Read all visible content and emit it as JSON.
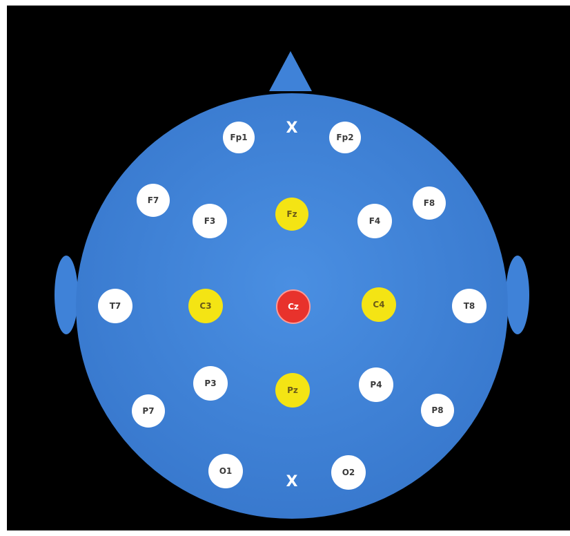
{
  "colors": {
    "background": "#000000",
    "head": "#3f82d8",
    "electrode_default": "#ffffff",
    "electrode_highlight": "#f4e414",
    "electrode_reference": "#e8322c"
  },
  "electrodes": [
    {
      "label": "Fp1",
      "type": "white"
    },
    {
      "label": "Fp2",
      "type": "white"
    },
    {
      "label": "F7",
      "type": "white"
    },
    {
      "label": "F3",
      "type": "white"
    },
    {
      "label": "Fz",
      "type": "yellow"
    },
    {
      "label": "F4",
      "type": "white"
    },
    {
      "label": "F8",
      "type": "white"
    },
    {
      "label": "T7",
      "type": "white"
    },
    {
      "label": "C3",
      "type": "yellow"
    },
    {
      "label": "Cz",
      "type": "red"
    },
    {
      "label": "C4",
      "type": "yellow"
    },
    {
      "label": "T8",
      "type": "white"
    },
    {
      "label": "P3",
      "type": "white"
    },
    {
      "label": "Pz",
      "type": "yellow"
    },
    {
      "label": "P4",
      "type": "white"
    },
    {
      "label": "P7",
      "type": "white"
    },
    {
      "label": "P8",
      "type": "white"
    },
    {
      "label": "O1",
      "type": "white"
    },
    {
      "label": "O2",
      "type": "white"
    }
  ],
  "markers": {
    "nasion": "X",
    "inion": "X"
  }
}
